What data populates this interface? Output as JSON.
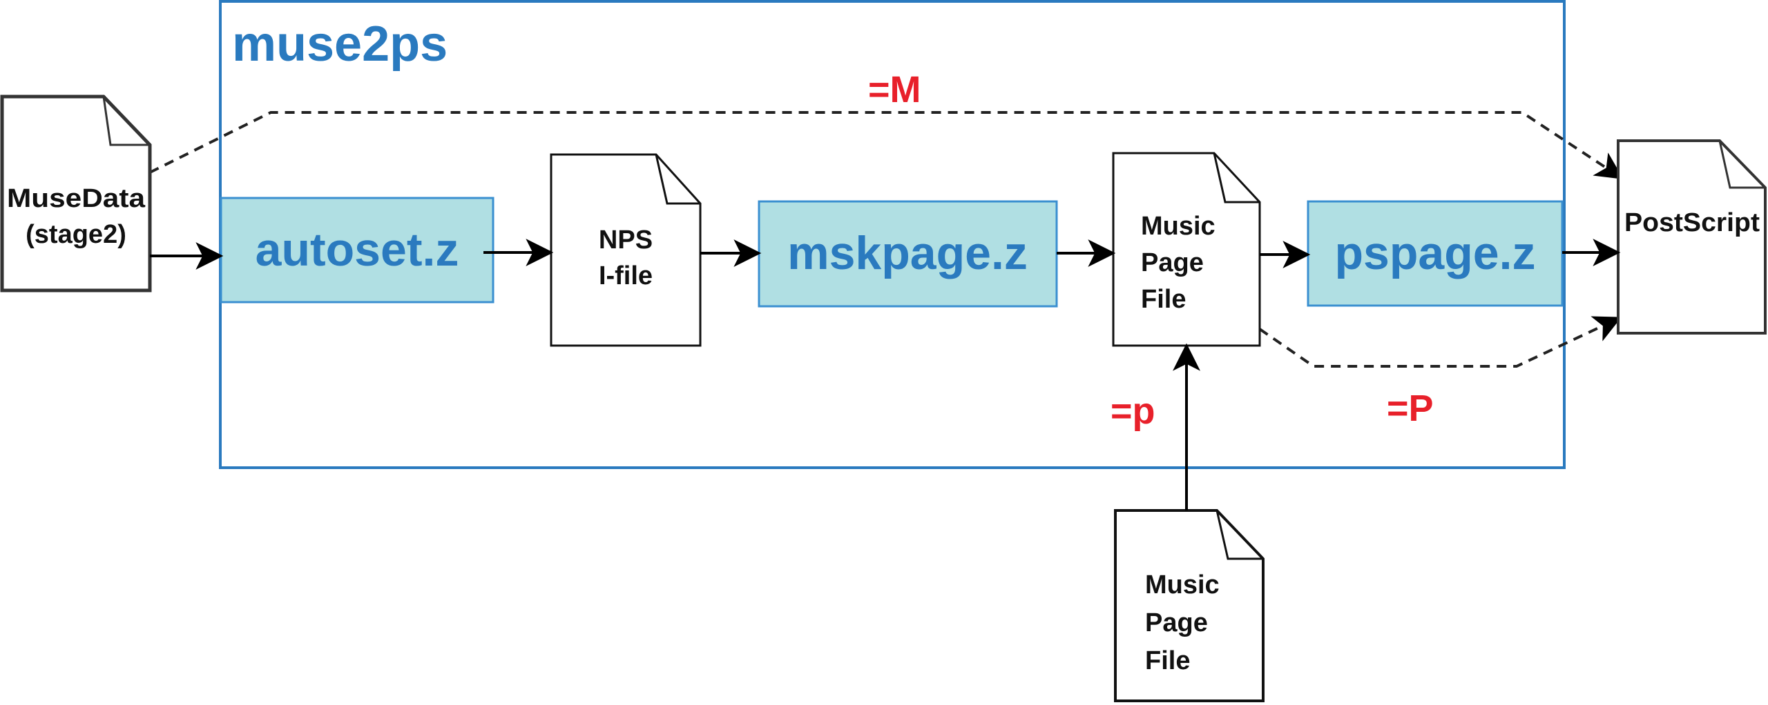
{
  "diagram": {
    "container_title": "muse2ps",
    "processes": {
      "autoset": "autoset.z",
      "mskpage": "mskpage.z",
      "pspage": "pspage.z"
    },
    "documents": {
      "musedata": [
        "MuseData",
        "(stage2)"
      ],
      "npsfile": [
        "NPS",
        "I-file"
      ],
      "musicpage": [
        "Music",
        "Page",
        "File"
      ],
      "postscript": [
        "PostScript"
      ],
      "musicpage_input": [
        "Music",
        "Page",
        "File"
      ]
    },
    "options": {
      "M": "=M",
      "p": "=p",
      "P": "=P"
    },
    "colors": {
      "container_border": "#2a7abf",
      "process_fill": "#b0dfe3",
      "process_text": "#2a7abf",
      "option_text": "#e8202a"
    }
  }
}
